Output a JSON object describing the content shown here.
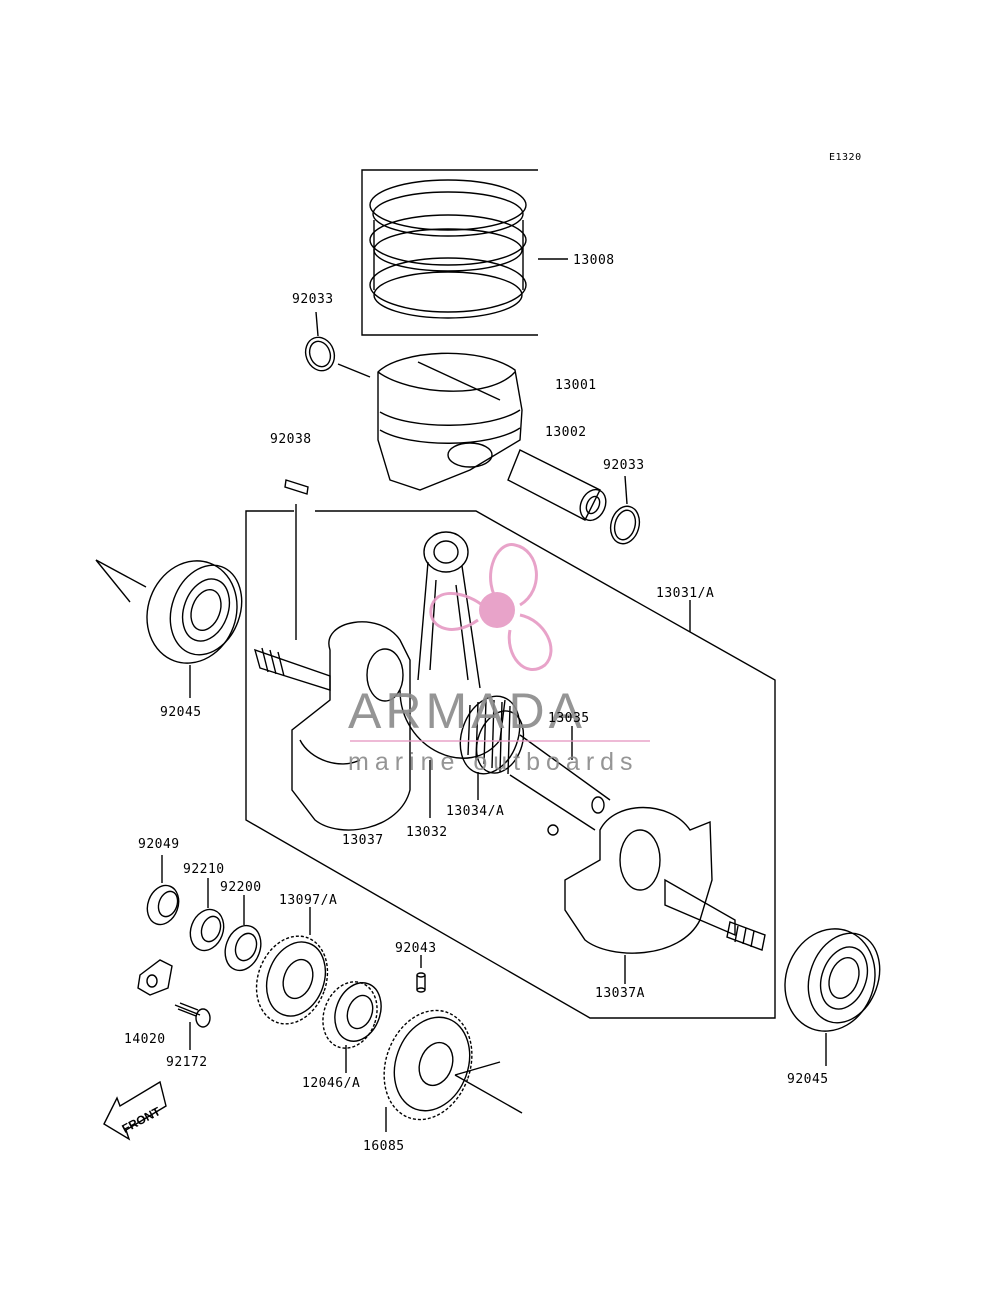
{
  "diagram_code": "E1320",
  "front_label": "FRONT",
  "watermark": {
    "brand": "ARMADA",
    "tagline": "marine outboards",
    "color": "#e69ac4"
  },
  "parts": {
    "p13008": "13008",
    "p92033a": "92033",
    "p13001": "13001",
    "p13002": "13002",
    "p92033b": "92033",
    "p92038": "92038",
    "p13031": "13031/A",
    "p92045a": "92045",
    "p13035": "13035",
    "p13034": "13034/A",
    "p13037": "13037",
    "p13032": "13032",
    "p92049": "92049",
    "p92210": "92210",
    "p92200": "92200",
    "p13097": "13097/A",
    "p92043": "92043",
    "p14020": "14020",
    "p92172": "92172",
    "p12046": "12046/A",
    "p16085": "16085",
    "p13037A": "13037A",
    "p92045b": "92045"
  }
}
